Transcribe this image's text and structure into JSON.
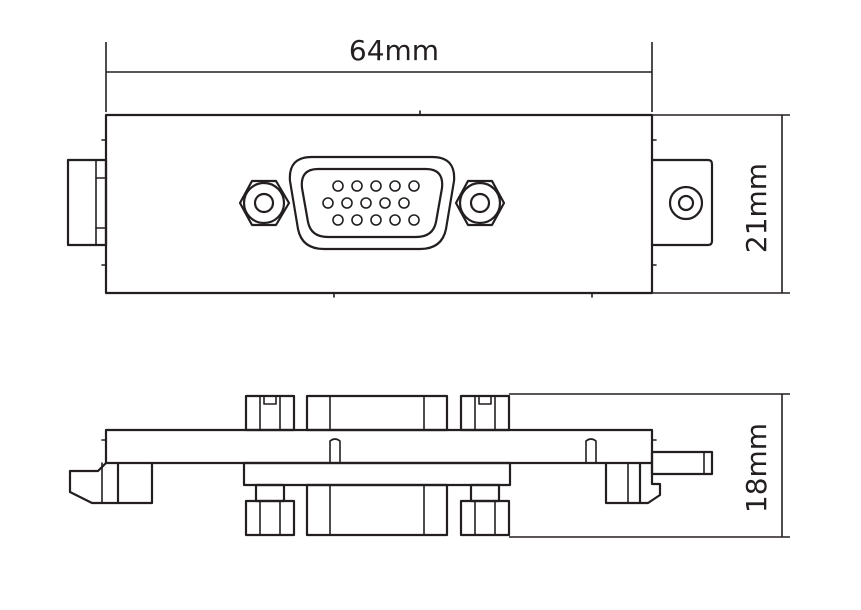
{
  "dimensions": {
    "width_label": "64mm",
    "height_label": "21mm",
    "depth_label": "18mm"
  },
  "colors": {
    "stroke": "#231f20",
    "background": "#ffffff"
  }
}
